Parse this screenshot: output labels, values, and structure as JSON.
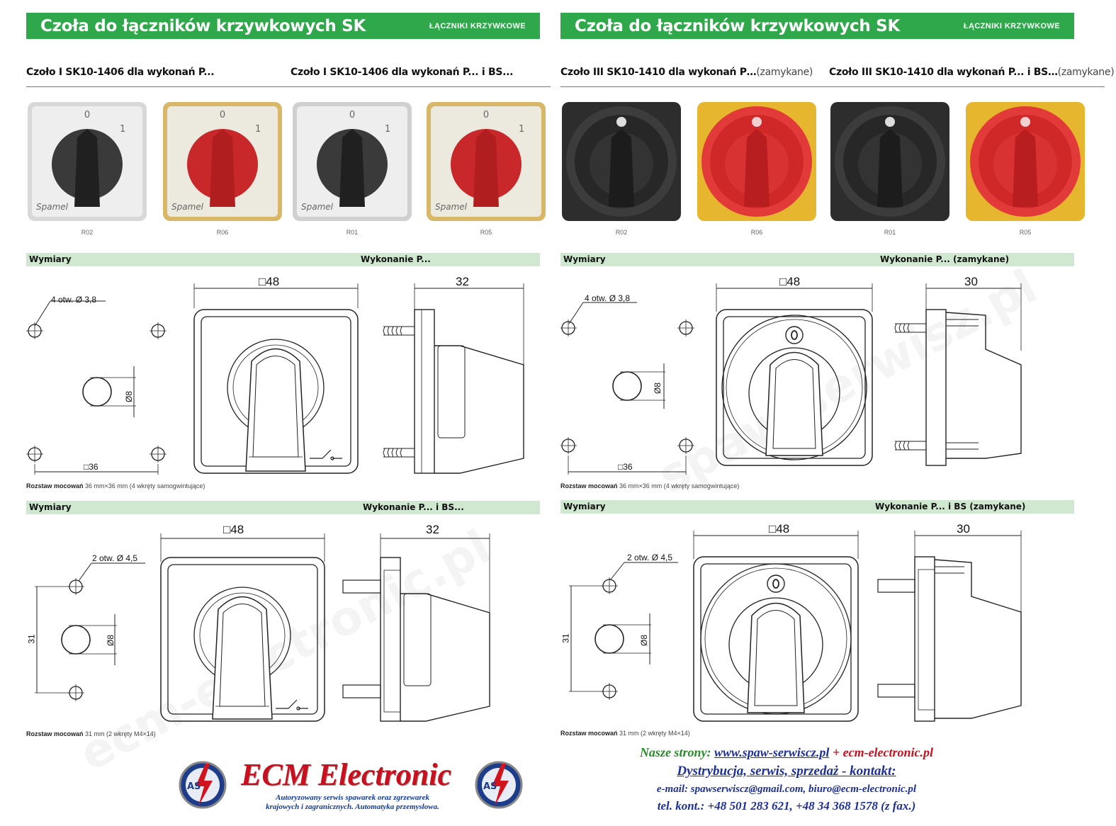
{
  "left": {
    "banner_title": "Czoła do łączników krzywkowych SK",
    "banner_sub": "ŁĄCZNIKI KRZYWKOWE",
    "sub1": "Czoło I SK10-1406 dla wykonań P...",
    "sub2": "Czoło I SK10-1406 dla wykonań P... i BS...",
    "codes": [
      "R02",
      "R06",
      "R01",
      "R05"
    ],
    "dial_marks": [
      "0",
      "1"
    ],
    "brand": "Spamel",
    "bar1_left": "Wymiary",
    "bar1_right": "Wykonanie P...",
    "holes1": "4 otw. Ø 3,8",
    "dim_48": "□48",
    "dim_side1": "32",
    "dim_36": "□36",
    "dim_8": "Ø8",
    "rozstaw1_label": "Rozstaw mocowań",
    "rozstaw1_value": "36 mm×36 mm (4 wkręty samogwintujące)",
    "bar2_left": "Wymiary",
    "bar2_right": "Wykonanie P... i BS...",
    "holes2": "2 otw. Ø 4,5",
    "dim_side2": "32",
    "dim_31": "31",
    "rozstaw2_label": "Rozstaw mocowań",
    "rozstaw2_value": "31 mm (2 wkręty M4×14)"
  },
  "right": {
    "banner_title": "Czoła do łączników krzywkowych SK",
    "banner_sub": "ŁĄCZNIKI KRZYWKOWE",
    "sub1": "Czoło III SK10-1410 dla wykonań P…",
    "sub1_paren": "(zamykane)",
    "sub2": "Czoło III SK10-1410 dla wykonań P... i BS…",
    "sub2_paren": "(zamykane)",
    "codes": [
      "R02",
      "R06",
      "R01",
      "R05"
    ],
    "bar1_left": "Wymiary",
    "bar1_right": "Wykonanie P... (zamykane)",
    "holes1": "4 otw. Ø 3,8",
    "dim_48": "□48",
    "dim_side1": "30",
    "dim_36": "□36",
    "dim_8": "Ø8",
    "rozstaw1_label": "Rozstaw mocowań",
    "rozstaw1_value": "36 mm×36 mm (4 wkręty samogwintujące)",
    "bar2_left": "Wymiary",
    "bar2_right": "Wykonanie P... i BS (zamykane)",
    "holes2": "2 otw. Ø 4,5",
    "dim_side2": "30",
    "dim_31": "31",
    "rozstaw2_label": "Rozstaw mocowań",
    "rozstaw2_value": "31 mm (2 wkręty M4×14)"
  },
  "watermarks": [
    "ecm-electronic.pl",
    "spaw-serwisz.pl"
  ],
  "footer": {
    "company": "ECM Electronic",
    "company_sub1": "Autoryzowany serwis spawarek oraz zgrzewarek",
    "company_sub2": "krajowych i zagranicznych. Automatyka przemysłowa.",
    "logo_letters": "AS",
    "sites_label": "Nasze strony:",
    "site1": "www.spaw-serwiscz.pl",
    "site_sep": "+",
    "site2": "ecm-electronic.pl",
    "line2": "Dystrybucja, serwis, sprzedaż - kontakt:",
    "line3": "e-mail: spawserwiscz@gmail.com, biuro@ecm-electronic.pl",
    "line4": "tel. kont.: +48 501 283 621, +48 34 368 1578 (z fax.)"
  },
  "colors": {
    "green": "#2ea84a",
    "light_green": "#cfe8cf",
    "red": "#d32a2a",
    "yellow": "#e9b52a",
    "black_knob": "#2a2a2a"
  }
}
